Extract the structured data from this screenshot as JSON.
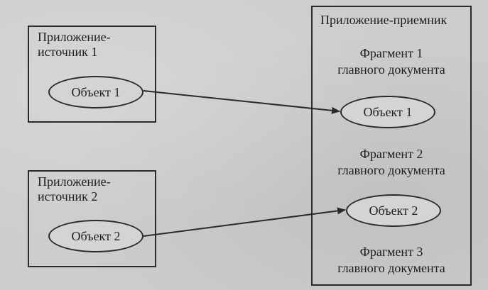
{
  "source1": {
    "label_line1": "Приложение-",
    "label_line2": "источник 1",
    "object": "Объект 1"
  },
  "source2": {
    "label_line1": "Приложение-",
    "label_line2": "источник 2",
    "object": "Объект 2"
  },
  "receiver": {
    "title": "Приложение-приемник",
    "fragment1_line1": "Фрагмент 1",
    "fragment1_line2": "главного документа",
    "object1": "Объект 1",
    "fragment2_line1": "Фрагмент 2",
    "fragment2_line2": "главного документа",
    "object2": "Объект 2",
    "fragment3_line1": "Фрагмент 3",
    "fragment3_line2": "главного документа"
  },
  "colors": {
    "line": "#2a2a2a",
    "background": "#cdcdcd"
  }
}
